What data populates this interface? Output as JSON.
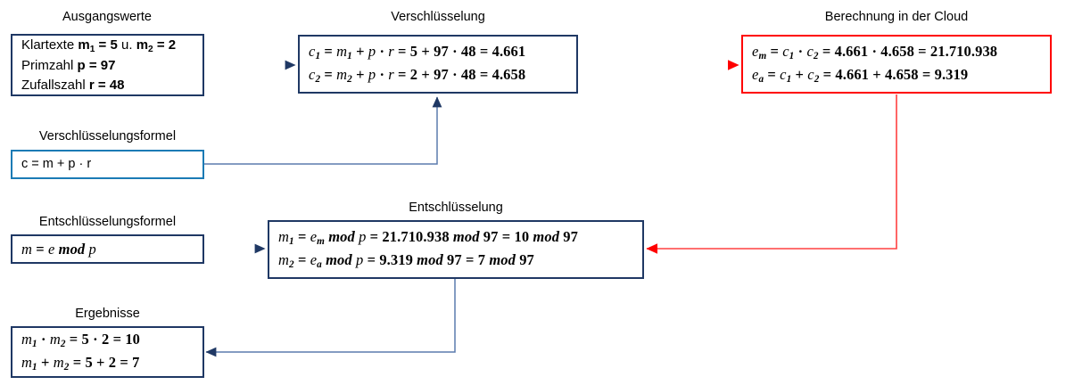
{
  "diagram": {
    "title_semantic": "homomorphic-encryption-flow",
    "colors": {
      "navy": "#1F3864",
      "light_blue": "#1B7BB5",
      "red": "#FF0000",
      "arrow_blue": "#2F5597",
      "background": "#FFFFFF"
    }
  },
  "nodes": {
    "ausgangswerte": {
      "caption": "Ausgangswerte",
      "lines": [
        "Klartexte m1 = 5 u. m2 = 2",
        "Primzahl p = 97",
        "Zufallszahl r = 48"
      ]
    },
    "verschluesselung": {
      "caption": "Verschlüsselung",
      "lines": [
        "c1 = m1 + p · r = 5 + 97 · 48 = 4.661",
        "c2 = m2 + p · r = 2 + 97 · 48 = 4.658"
      ]
    },
    "cloud": {
      "caption": "Berechnung in der Cloud",
      "lines": [
        "em = c1 · c2 = 4.661 · 4.658 = 21.710.938",
        "ea = c1 + c2 = 4.661 + 4.658 = 9.319"
      ]
    },
    "verschluesselungsformel": {
      "caption": "Verschlüsselungsformel",
      "lines": [
        "c = m + p · r"
      ]
    },
    "entschluesselungsformel": {
      "caption": "Entschlüsselungsformel",
      "lines": [
        "m = e mod p"
      ]
    },
    "entschluesselung": {
      "caption": "Entschlüsselung",
      "lines": [
        "m1 = em mod p = 21.710.938 mod 97 = 10 mod 97",
        "m2 = ea mod p = 9.319 mod 97 = 7 mod 97"
      ]
    },
    "ergebnisse": {
      "caption": "Ergebnisse",
      "lines": [
        "m1 · m2 = 5 · 2 = 10",
        "m1 + m2 = 5 + 2 = 7"
      ]
    }
  },
  "connectors": [
    {
      "name": "ausgangswerte-to-verschluesselung",
      "color": "#2F5597",
      "kind": "straight-right"
    },
    {
      "name": "verschluesselungsformel-to-verschluesselung",
      "color": "#2F5597",
      "kind": "elbow-up"
    },
    {
      "name": "verschluesselung-to-cloud",
      "color": "#FF0000",
      "kind": "straight-right"
    },
    {
      "name": "cloud-to-entschluesselung",
      "color": "#FF0000",
      "kind": "elbow-down-left"
    },
    {
      "name": "entschluesselungsformel-to-entschluesselung",
      "color": "#2F5597",
      "kind": "straight-right"
    },
    {
      "name": "entschluesselung-to-ergebnisse",
      "color": "#2F5597",
      "kind": "elbow-down-left"
    }
  ]
}
